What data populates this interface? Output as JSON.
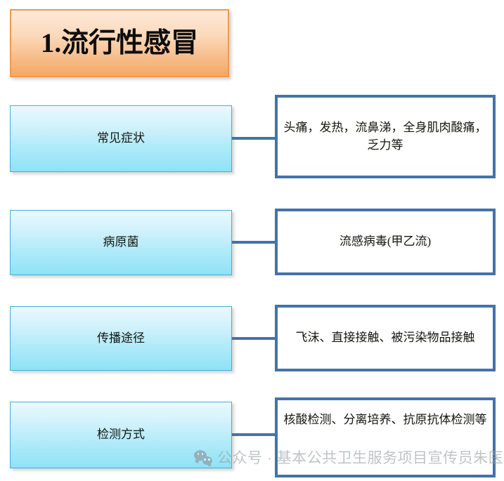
{
  "title": {
    "text": "1.流行性感冒"
  },
  "rows": [
    {
      "label": "常见症状",
      "detail": "头痛，发热，流鼻涕，全身肌肉酸痛，乏力等"
    },
    {
      "label": "病原菌",
      "detail": "流感病毒(甲乙流)"
    },
    {
      "label": "传播途径",
      "detail": "飞沫、直接接触、被污染物品接触"
    },
    {
      "label": "检测方式",
      "detail": "核酸检测、分离培养、抗原抗体检测等"
    }
  ],
  "watermark": {
    "text": "公众号 · 基本公共卫生服务项目宣传员朱医",
    "icon": "wechat-icon"
  },
  "colors": {
    "title_border": "#ef9a4d",
    "title_fill_top": "#fdeadb",
    "title_fill_bottom": "#f3a863",
    "left_border": "#3fb4d4",
    "left_fill_top": "#e9f9fe",
    "left_fill_bottom": "#8fe2f6",
    "right_border": "#4672a8",
    "right_fill": "#ffffff",
    "connector": "#4672a8",
    "text": "#15160f",
    "watermark": "#9aa0a4"
  }
}
